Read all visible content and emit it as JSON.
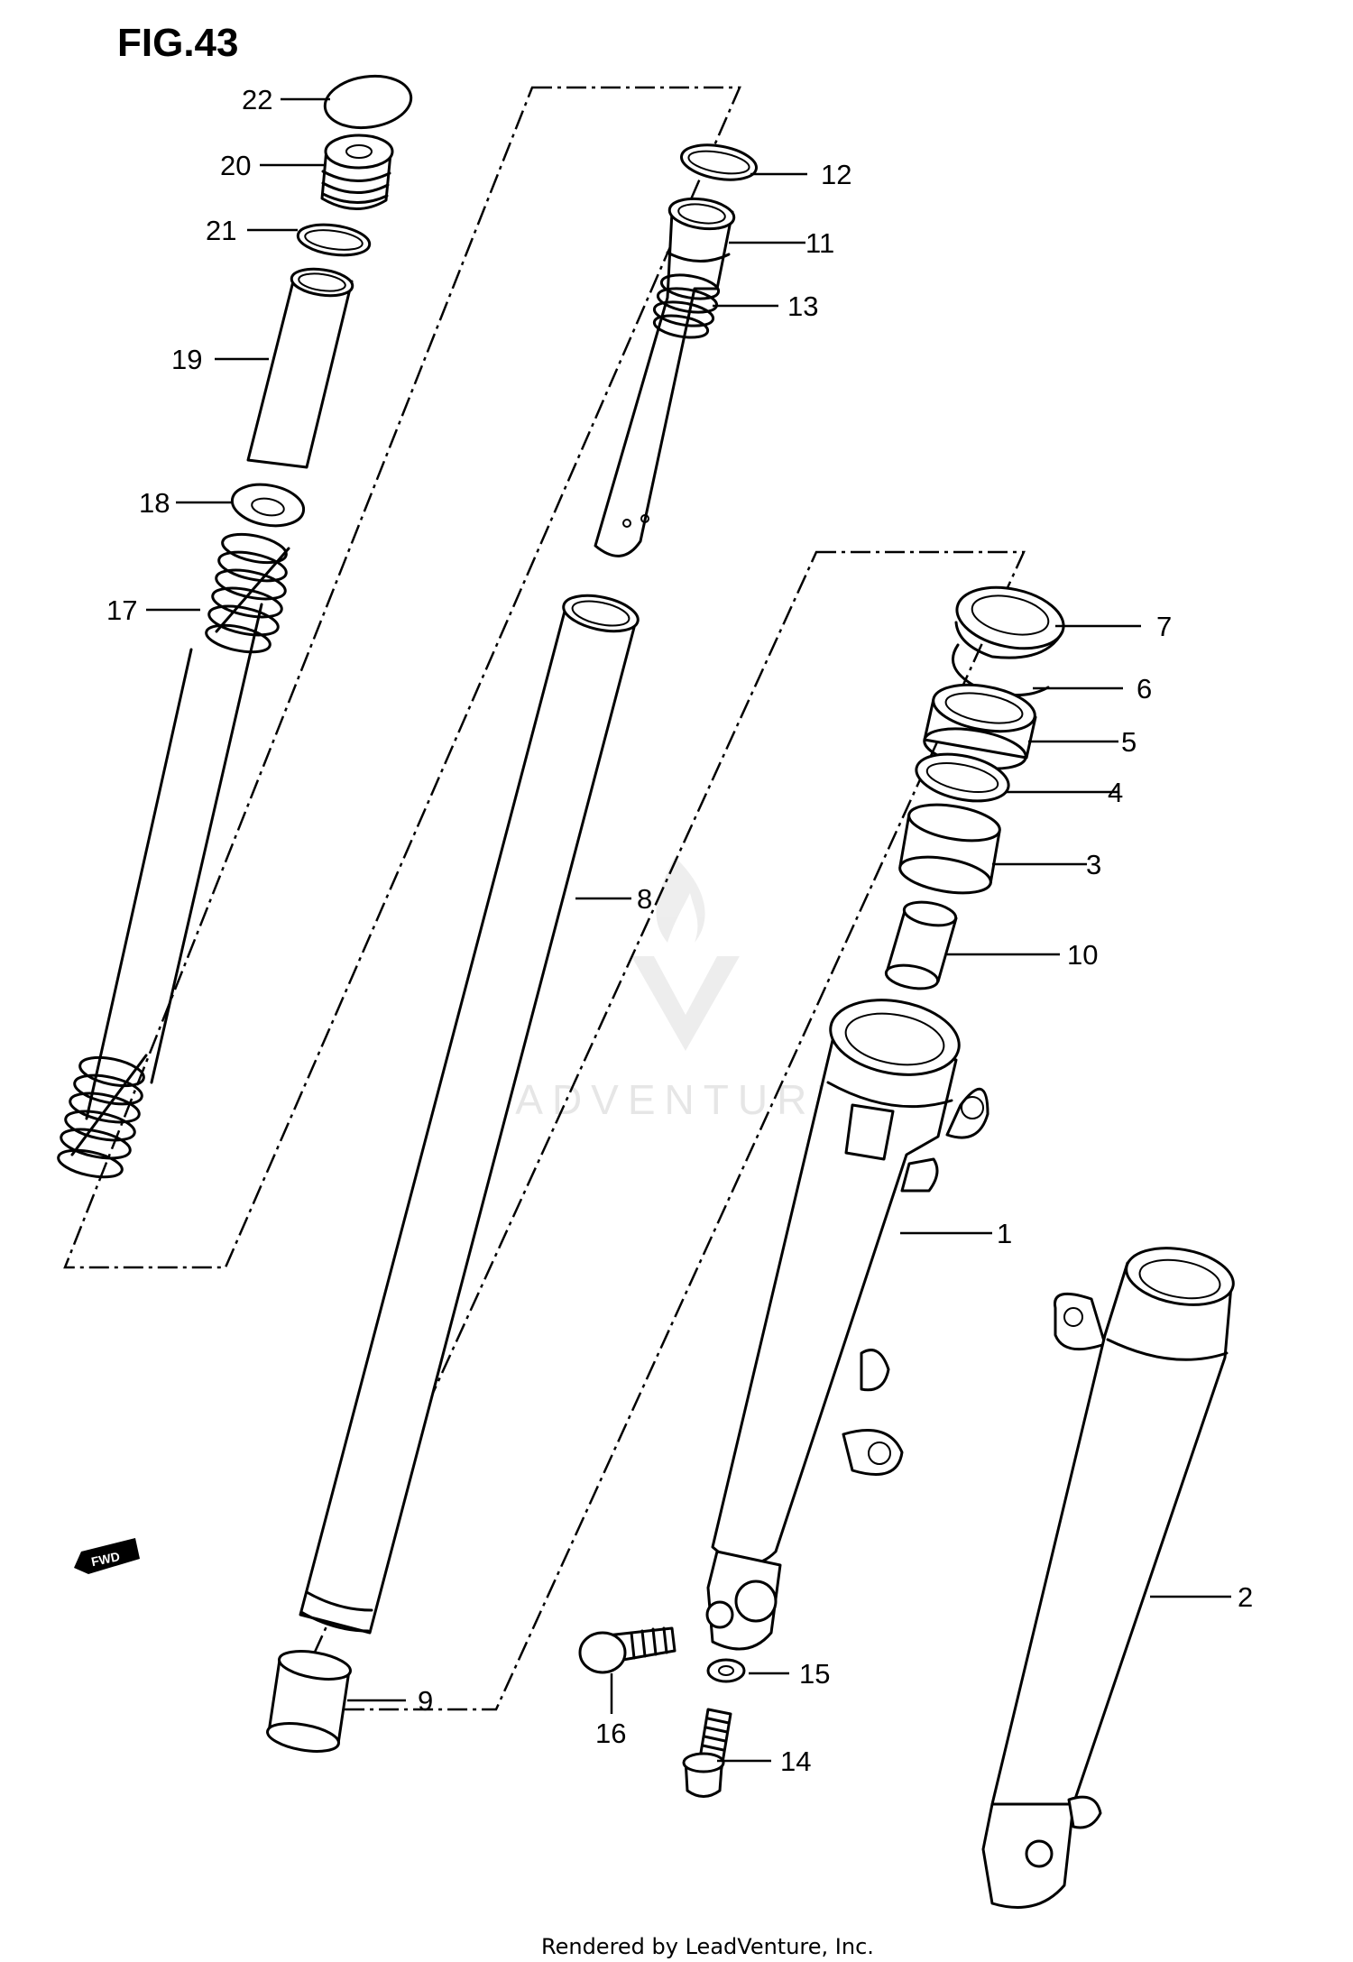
{
  "figure": {
    "title": "FIG.43"
  },
  "watermark": {
    "text": "LEADVENTURE"
  },
  "footer": {
    "text": "Rendered by LeadVenture, Inc."
  },
  "fwd_badge": {
    "text": "FWD"
  },
  "parts": [
    {
      "ref": "1"
    },
    {
      "ref": "2"
    },
    {
      "ref": "3"
    },
    {
      "ref": "4"
    },
    {
      "ref": "5"
    },
    {
      "ref": "6"
    },
    {
      "ref": "7"
    },
    {
      "ref": "8"
    },
    {
      "ref": "9"
    },
    {
      "ref": "10"
    },
    {
      "ref": "11"
    },
    {
      "ref": "12"
    },
    {
      "ref": "13"
    },
    {
      "ref": "14"
    },
    {
      "ref": "15"
    },
    {
      "ref": "16"
    },
    {
      "ref": "17"
    },
    {
      "ref": "18"
    },
    {
      "ref": "19"
    },
    {
      "ref": "20"
    },
    {
      "ref": "21"
    },
    {
      "ref": "22"
    }
  ]
}
